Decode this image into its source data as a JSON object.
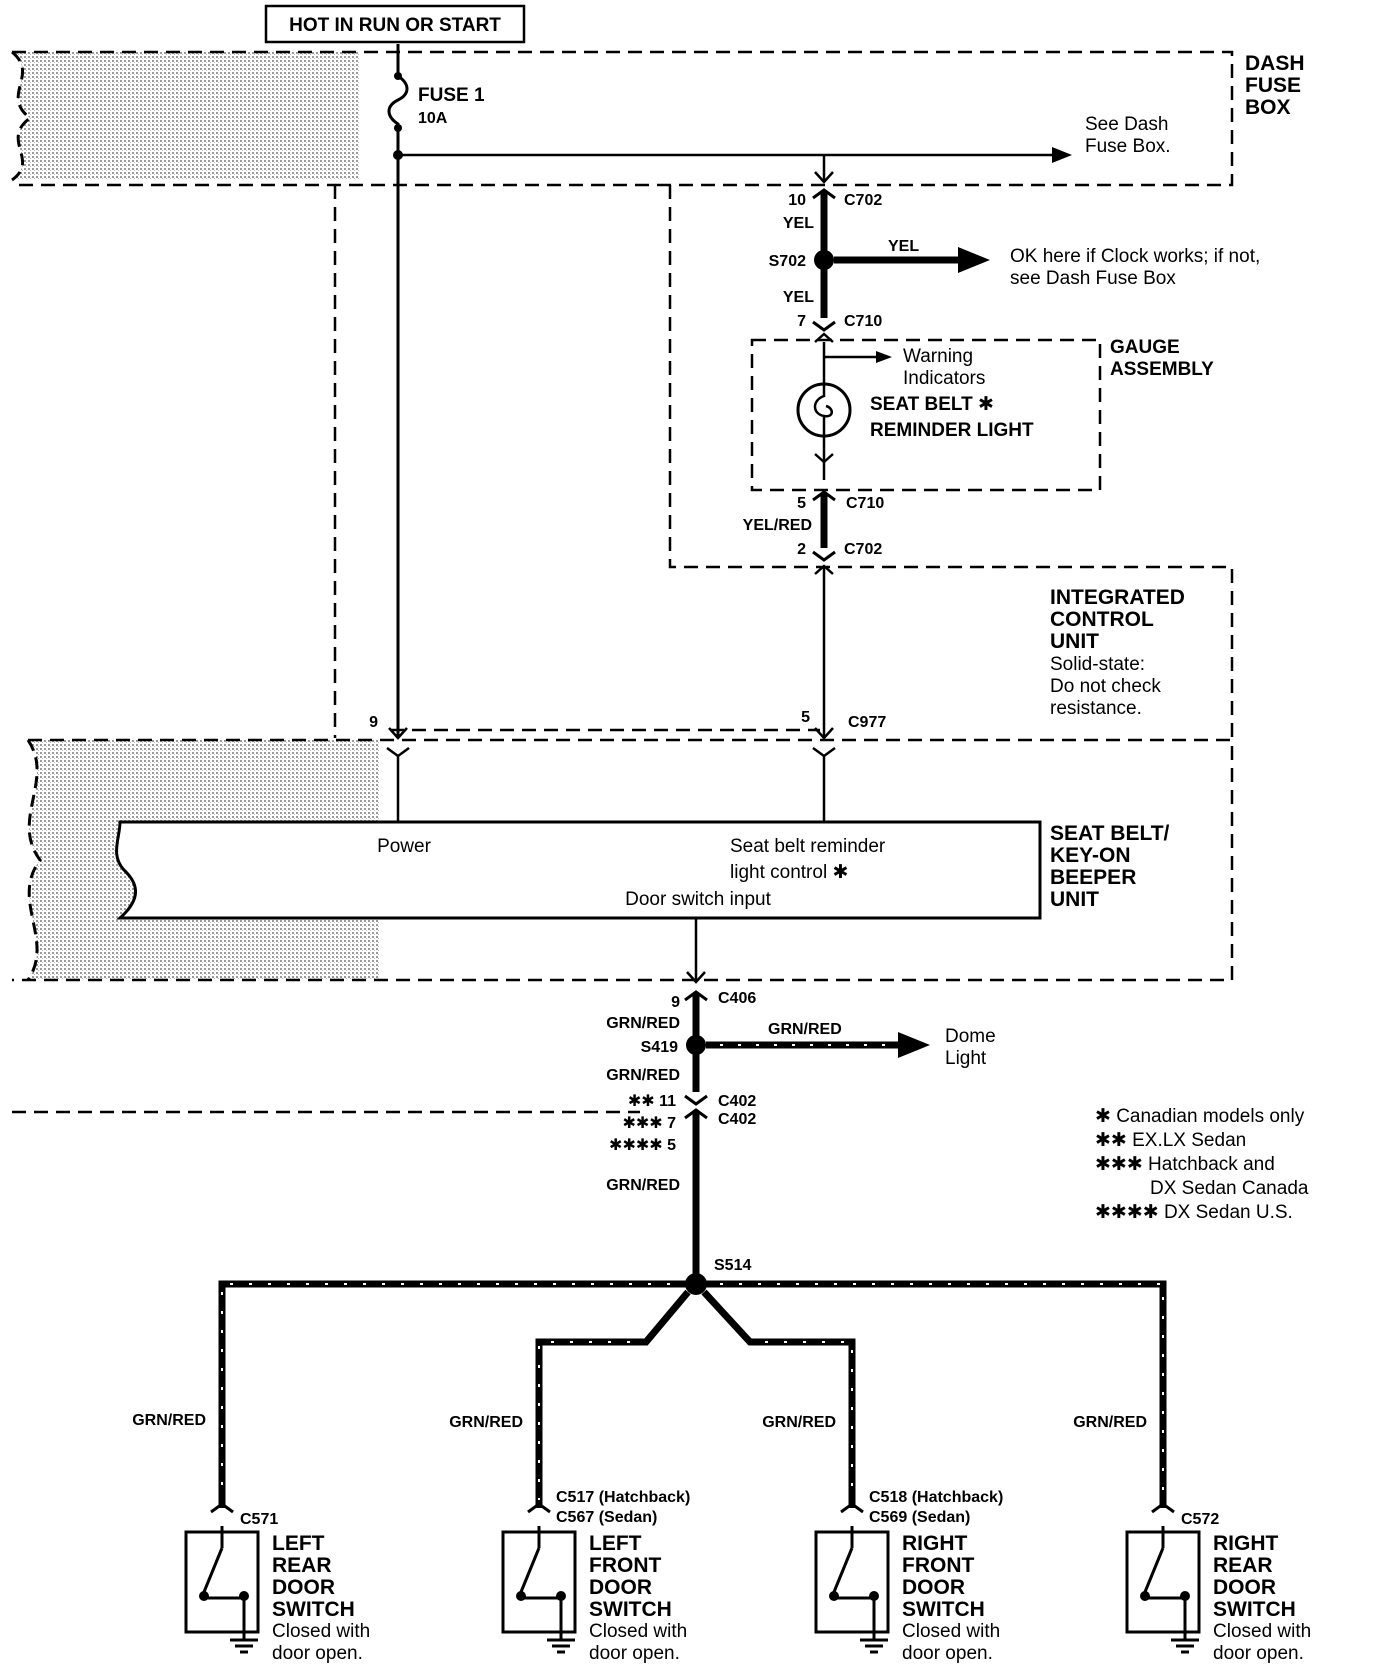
{
  "header": {
    "power_label": "HOT IN RUN OR START"
  },
  "fuse_box": {
    "label_lines": [
      "DASH",
      "FUSE",
      "BOX"
    ],
    "fuse_name": "FUSE 1",
    "fuse_rating": "10A",
    "see_note_lines": [
      "See Dash",
      "Fuse Box."
    ]
  },
  "upper_harness": {
    "c702_top": {
      "pin": "10",
      "name": "C702"
    },
    "wire_yel_1": "YEL",
    "splice_s702": "S702",
    "branch_wire": "YEL",
    "branch_note_lines": [
      "OK here if Clock works; if not,",
      "see Dash Fuse Box"
    ],
    "wire_yel_2": "YEL",
    "c710_top": {
      "pin": "7",
      "name": "C710"
    }
  },
  "gauge_assembly": {
    "label_lines": [
      "GAUGE",
      "ASSEMBLY"
    ],
    "warning_lines": [
      "Warning",
      "Indicators"
    ],
    "lamp_lines": [
      "SEAT BELT ✱",
      "REMINDER LIGHT"
    ]
  },
  "lower_harness": {
    "c710_bottom": {
      "pin": "5",
      "name": "C710"
    },
    "wire_yel_red": "YEL/RED",
    "c702_bottom": {
      "pin": "2",
      "name": "C702"
    }
  },
  "icu": {
    "label_lines": [
      "INTEGRATED",
      "CONTROL",
      "UNIT"
    ],
    "note_lines": [
      "Solid-state:",
      "Do not check",
      "resistance."
    ],
    "power_pin": "9",
    "reminder_pin": "5",
    "connector": "C977"
  },
  "beeper_unit": {
    "label_lines": [
      "SEAT BELT/",
      "KEY-ON",
      "BEEPER",
      "UNIT"
    ],
    "power_label": "Power",
    "reminder_lines": [
      "Seat belt reminder",
      "light control ✱"
    ],
    "door_input": "Door switch input"
  },
  "door_circuit": {
    "c406": {
      "pin": "9",
      "name": "C406"
    },
    "wire_1": "GRN/RED",
    "splice_s419": "S419",
    "dome_wire": "GRN/RED",
    "dome_lines": [
      "Dome",
      "Light"
    ],
    "wire_2": "GRN/RED",
    "c402_pins": [
      "✱✱ 11",
      "✱✱✱ 7",
      "✱✱✱✱ 5"
    ],
    "c402_names": [
      "C402",
      "C402"
    ],
    "wire_3": "GRN/RED",
    "splice_s514": "S514"
  },
  "legend": [
    "✱ Canadian models only",
    "✱✱ EX.LX Sedan",
    "✱✱✱ Hatchback and",
    "DX Sedan Canada",
    "✱✱✱✱ DX Sedan U.S."
  ],
  "switches": [
    {
      "wire": "GRN/RED",
      "connector_lines": [
        "C571"
      ],
      "name_lines": [
        "LEFT",
        "REAR",
        "DOOR",
        "SWITCH"
      ],
      "note_lines": [
        "Closed with",
        "door open."
      ]
    },
    {
      "wire": "GRN/RED",
      "connector_lines": [
        "C517 (Hatchback)",
        "C567 (Sedan)"
      ],
      "name_lines": [
        "LEFT",
        "FRONT",
        "DOOR",
        "SWITCH"
      ],
      "note_lines": [
        "Closed with",
        "door open."
      ]
    },
    {
      "wire": "GRN/RED",
      "connector_lines": [
        "C518 (Hatchback)",
        "C569 (Sedan)"
      ],
      "name_lines": [
        "RIGHT",
        "FRONT",
        "DOOR",
        "SWITCH"
      ],
      "note_lines": [
        "Closed with",
        "door open."
      ]
    },
    {
      "wire": "GRN/RED",
      "connector_lines": [
        "C572"
      ],
      "name_lines": [
        "RIGHT",
        "REAR",
        "DOOR",
        "SWITCH"
      ],
      "note_lines": [
        "Closed with",
        "door open."
      ]
    }
  ]
}
